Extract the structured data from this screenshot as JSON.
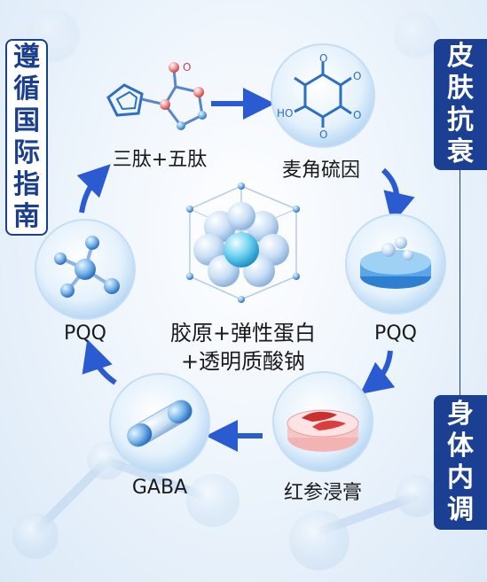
{
  "left_tag": [
    "遵",
    "循",
    "国",
    "际",
    "指",
    "南"
  ],
  "right_tag_top": [
    "皮",
    "肤",
    "抗",
    "衰"
  ],
  "right_tag_bottom": [
    "身",
    "体",
    "内",
    "调"
  ],
  "nodes": {
    "tripeptide": "三肽+五肽",
    "ergothioneine": "麦角硫因",
    "pqq_right": "PQQ",
    "red_ginseng": "红参浸膏",
    "gaba": "GABA",
    "pqq_left": "PQQ"
  },
  "center": {
    "line1": "胶原+弹性蛋白",
    "line2": "+透明质酸钠"
  },
  "molecule_labels": {
    "o1": "O",
    "o2": "O",
    "o3": "O",
    "o4": "O",
    "o5": "O",
    "ho": "HO"
  },
  "colors": {
    "brand_blue": "#1a3f93",
    "arrow_blue": "#2a5bd0",
    "sphere": "#cfe6fa"
  }
}
